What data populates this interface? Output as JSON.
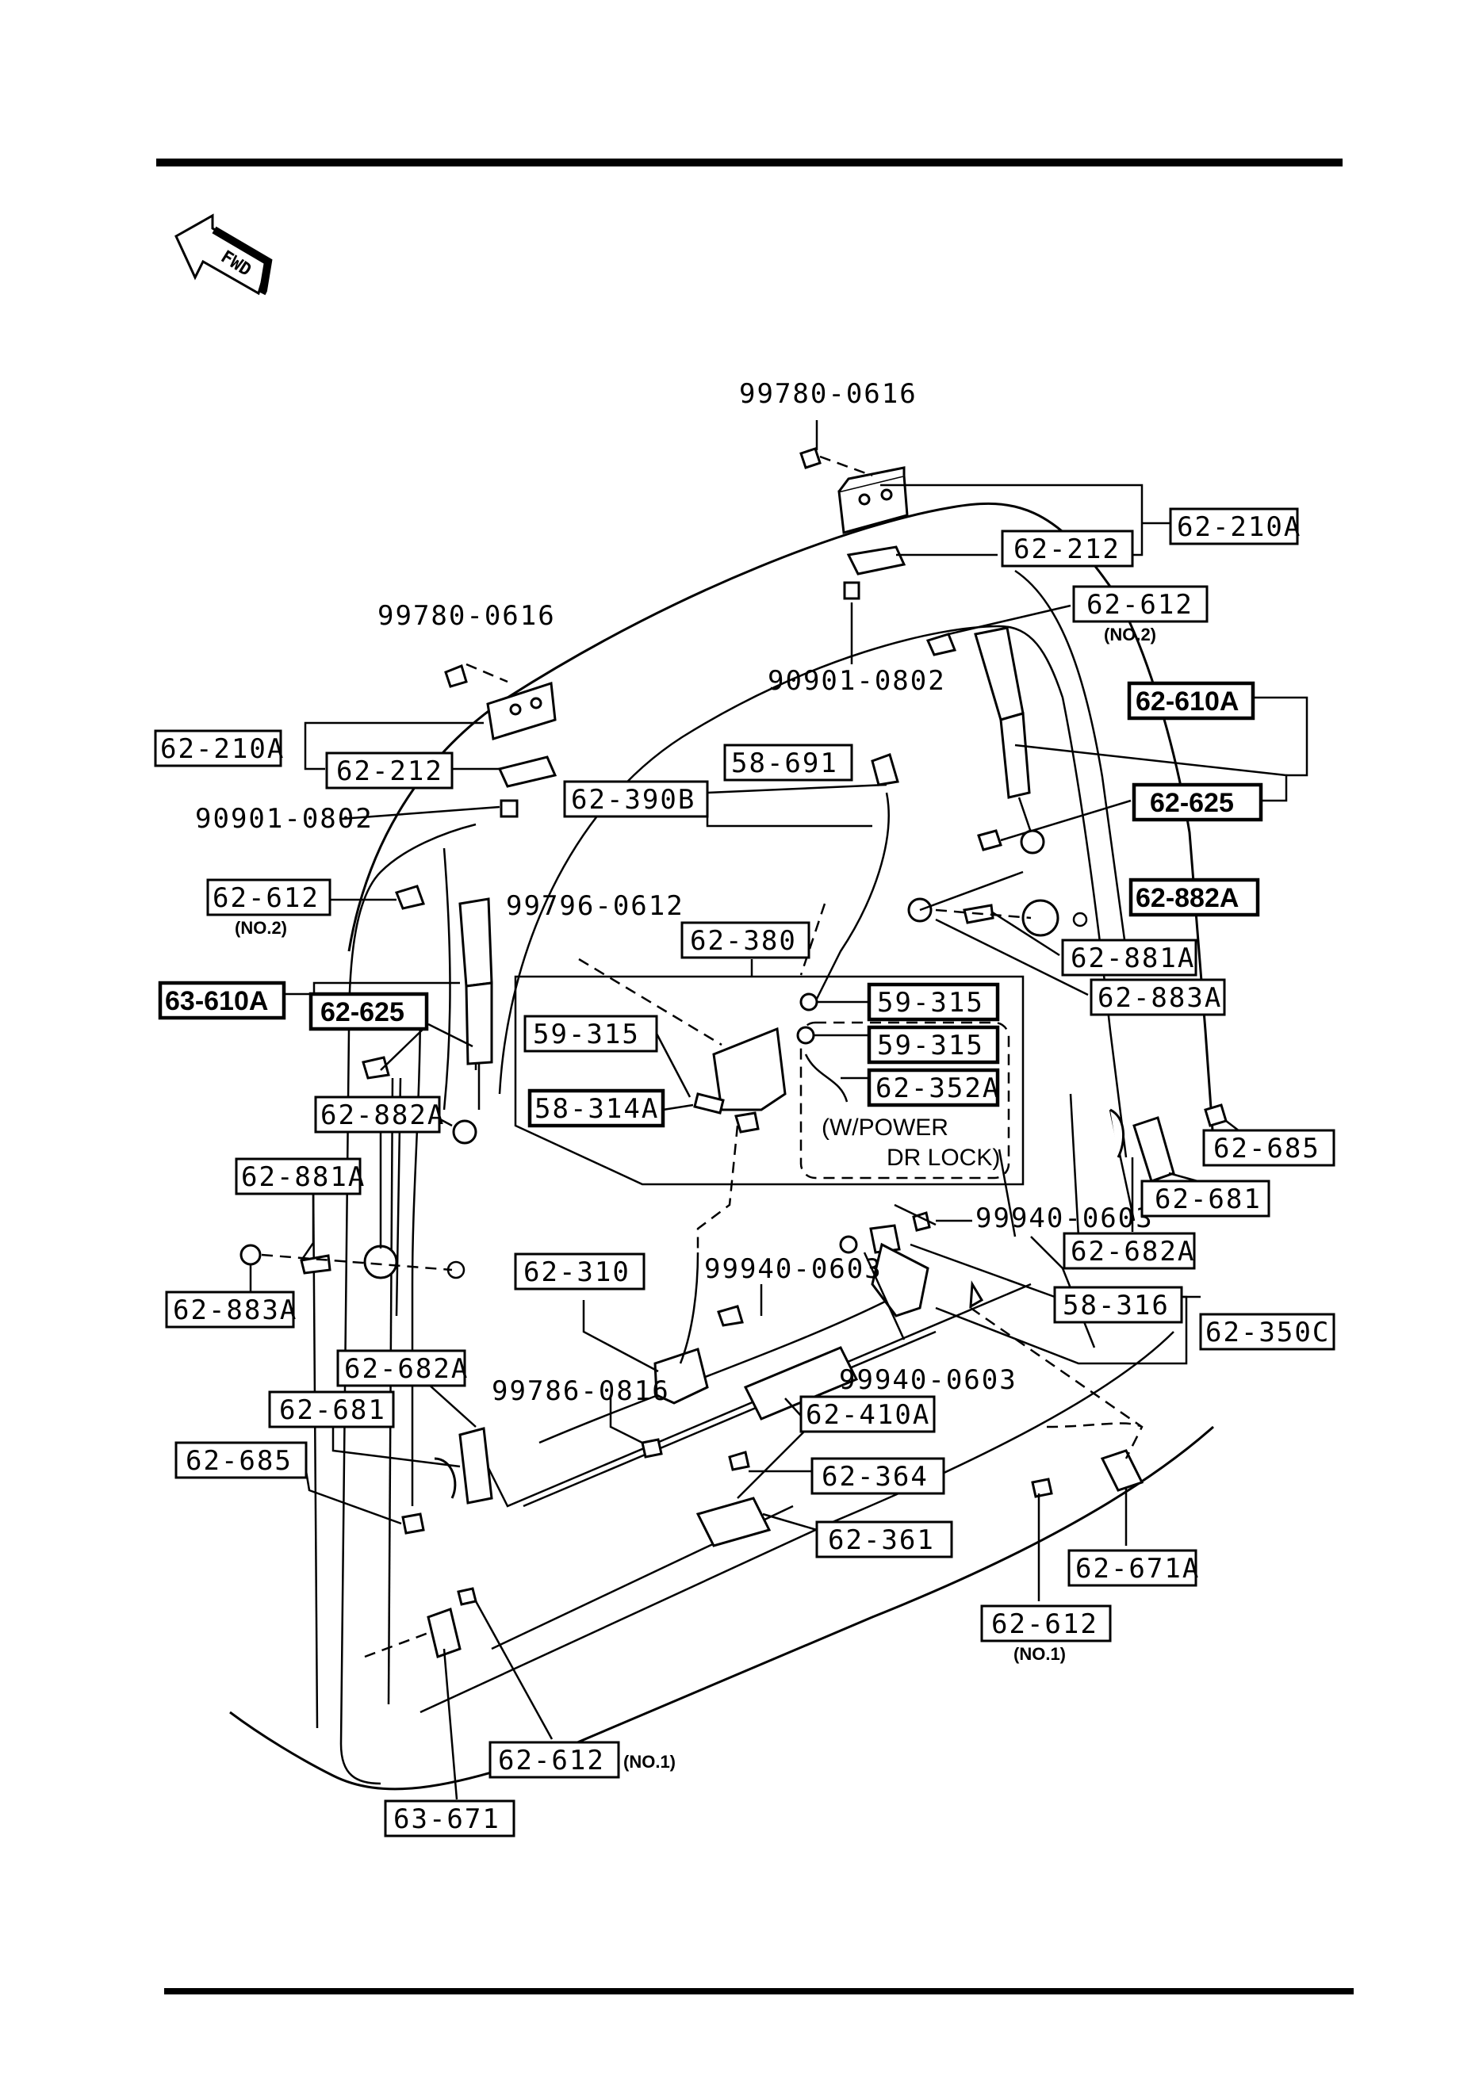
{
  "direction_icon": {
    "name": "fwd-arrow-icon",
    "label": "FWD"
  },
  "labels": {
    "bolt_99780_top": "99780-0616",
    "bolt_99780_left": "99780-0616",
    "nut_90901_top": "90901-0802",
    "nut_90901_left": "90901-0802",
    "bolt_99796": "99796-0612",
    "bolt_99786": "99786-0816",
    "bolt_99940_a": "99940-0603",
    "bolt_99940_b": "99940-0603",
    "bolt_99940_c": "99940-0603",
    "hinge_asm_right": "62-210A",
    "hinge_asm_left": "62-210A",
    "hinge_plate_right": "62-212",
    "hinge_plate_left": "62-212",
    "bolt_62612_no2_right": "62-612",
    "bolt_62612_no2_left": "62-612",
    "bolt_62612_no1_right": "62-612",
    "bolt_62612_no1_left": "62-612",
    "damper_right": "62-610A",
    "damper_left": "63-610A",
    "ball_joint_right": "62-625",
    "ball_joint_left": "62-625",
    "stopper_right": "62-882A",
    "stopper_left": "62-882A",
    "stopper_bolt_right": "62-881A",
    "stopper_bolt_left": "62-881A",
    "stopper_nut_right": "62-883A",
    "stopper_nut_left": "62-883A",
    "rod": "62-390B",
    "rod_clip": "58-691",
    "latch_asm": "62-380",
    "clip_a": "59-315",
    "clip_b": "59-315",
    "clip_c": "59-315",
    "rod_power": "62-352A",
    "spring": "58-314A",
    "latch": "62-310",
    "handle": "62-410A",
    "striker_bolt": "62-364",
    "striker": "62-361",
    "guide_bracket_right": "62-681",
    "guide_bracket_left": "62-681",
    "guide_bolt_right": "62-685",
    "guide_bolt_left": "62-685",
    "guide_cushion_right": "62-682A",
    "guide_cushion_left": "62-682A",
    "actuator": "62-350C",
    "actuator_bolt": "58-316",
    "bumper_right": "62-671A",
    "bumper_left": "63-671"
  },
  "notes": {
    "no2_right": "(NO.2)",
    "no2_left": "(NO.2)",
    "no1_right": "(NO.1)",
    "no1_left": "(NO.1)",
    "power_line1": "(W/POWER",
    "power_line2": "DR LOCK)"
  }
}
